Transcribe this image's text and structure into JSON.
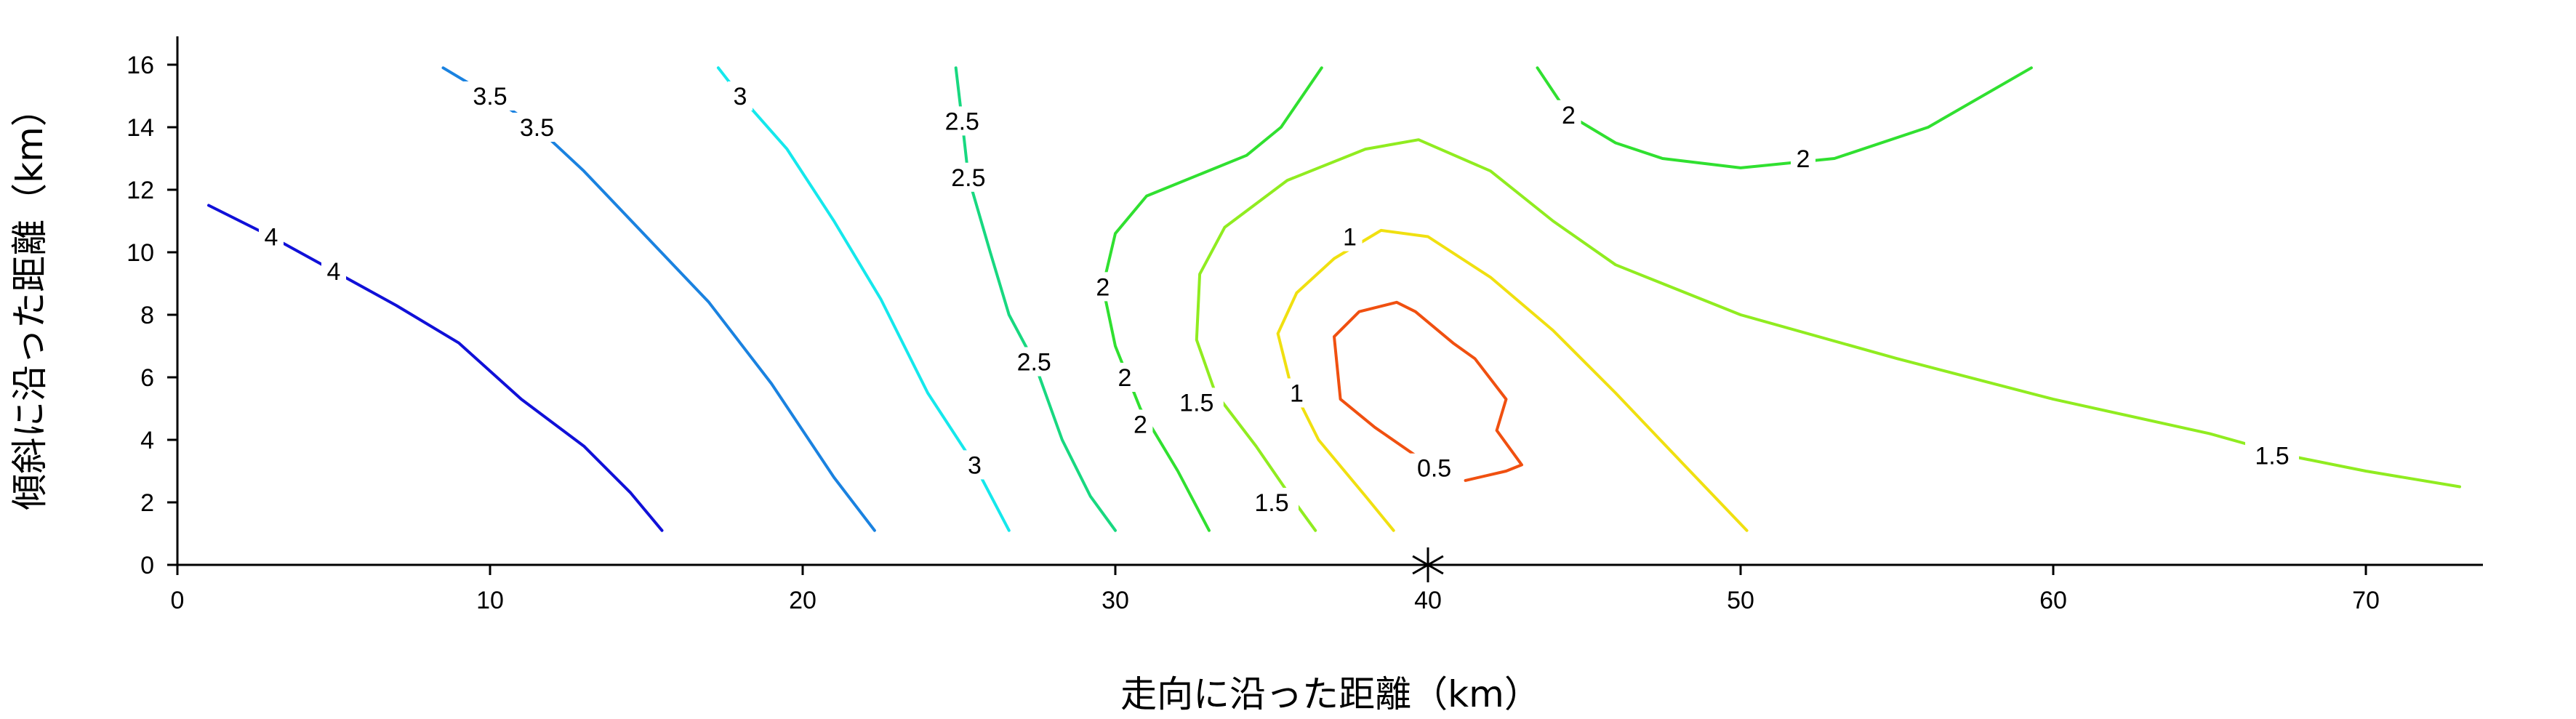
{
  "chart_data": {
    "type": "contour",
    "xlabel": "走向に沿った距離（km）",
    "ylabel": "傾斜に沿った距離（km）",
    "xlim": [
      0,
      74
    ],
    "ylim": [
      0,
      17
    ],
    "x_ticks": [
      0,
      10,
      20,
      30,
      40,
      50,
      60,
      70
    ],
    "y_ticks": [
      0,
      2,
      4,
      6,
      8,
      10,
      12,
      14,
      16
    ],
    "grid": false,
    "marker": {
      "symbol": "asterisk",
      "x": 40,
      "y": 0
    },
    "contours": [
      {
        "level": "4",
        "color": "#1010d8",
        "points": [
          [
            1,
            11.5
          ],
          [
            3,
            10.5
          ],
          [
            5,
            9.4
          ],
          [
            7,
            8.3
          ],
          [
            9,
            7.1
          ],
          [
            11,
            5.3
          ],
          [
            13,
            3.8
          ],
          [
            14.5,
            2.3
          ],
          [
            15.5,
            1.1
          ]
        ],
        "labels": [
          [
            3,
            10.5
          ],
          [
            5,
            9.4
          ]
        ]
      },
      {
        "level": "3.5",
        "color": "#1a82e0",
        "points": [
          [
            8.5,
            15.9
          ],
          [
            10,
            15.0
          ],
          [
            11.5,
            14.0
          ],
          [
            13,
            12.6
          ],
          [
            15,
            10.5
          ],
          [
            17,
            8.4
          ],
          [
            19,
            5.8
          ],
          [
            21,
            2.8
          ],
          [
            22.3,
            1.1
          ]
        ],
        "labels": [
          [
            10,
            15.0
          ],
          [
            11.5,
            14.0
          ]
        ]
      },
      {
        "level": "3",
        "color": "#15e8ec",
        "points": [
          [
            17.3,
            15.9
          ],
          [
            18,
            15.0
          ],
          [
            19.5,
            13.3
          ],
          [
            21,
            11.0
          ],
          [
            22.5,
            8.5
          ],
          [
            24,
            5.5
          ],
          [
            25.5,
            3.2
          ],
          [
            26.6,
            1.1
          ]
        ],
        "labels": [
          [
            18,
            15.0
          ],
          [
            25.5,
            3.2
          ]
        ]
      },
      {
        "level": "2.5",
        "color": "#18d880",
        "points": [
          [
            24.9,
            15.9
          ],
          [
            25.1,
            14.2
          ],
          [
            25.3,
            12.4
          ],
          [
            26,
            10.0
          ],
          [
            26.6,
            8.0
          ],
          [
            27.4,
            6.5
          ],
          [
            28.3,
            4.0
          ],
          [
            29.2,
            2.2
          ],
          [
            30,
            1.1
          ]
        ],
        "labels": [
          [
            25.1,
            14.2
          ],
          [
            25.3,
            12.4
          ],
          [
            27.4,
            6.5
          ]
        ]
      },
      {
        "level": "2",
        "color": "#30e030",
        "points": [
          [
            36.6,
            15.9
          ],
          [
            35.3,
            14.0
          ],
          [
            34.2,
            13.1
          ],
          [
            31,
            11.8
          ],
          [
            30,
            10.6
          ],
          [
            29.6,
            8.9
          ],
          [
            30,
            7.0
          ],
          [
            30.8,
            5.0
          ],
          [
            32,
            3.0
          ],
          [
            33,
            1.1
          ]
        ],
        "labels": [
          [
            29.6,
            8.9
          ],
          [
            30.3,
            6.0
          ],
          [
            30.8,
            4.5
          ]
        ]
      },
      {
        "level": "2",
        "color": "#30e030",
        "points": [
          [
            43.5,
            15.9
          ],
          [
            44.5,
            14.4
          ],
          [
            46,
            13.5
          ],
          [
            47.5,
            13.0
          ],
          [
            50,
            12.7
          ],
          [
            53,
            13.0
          ],
          [
            56,
            14.0
          ],
          [
            59.3,
            15.9
          ]
        ],
        "labels": [
          [
            44.5,
            14.4
          ],
          [
            52,
            13.0
          ]
        ]
      },
      {
        "level": "1.5",
        "color": "#90ec20",
        "points": [
          [
            36.4,
            1.1
          ],
          [
            35.6,
            2.2
          ],
          [
            34.5,
            3.8
          ],
          [
            33.2,
            5.5
          ],
          [
            32.6,
            7.2
          ],
          [
            32.7,
            9.3
          ],
          [
            33.5,
            10.8
          ],
          [
            35.5,
            12.3
          ],
          [
            38,
            13.3
          ],
          [
            39.7,
            13.6
          ],
          [
            42,
            12.6
          ],
          [
            44,
            11.0
          ],
          [
            46,
            9.6
          ],
          [
            50,
            8.0
          ],
          [
            55,
            6.6
          ],
          [
            60,
            5.3
          ],
          [
            65,
            4.2
          ],
          [
            67.5,
            3.5
          ],
          [
            70,
            3.0
          ],
          [
            73,
            2.5
          ]
        ],
        "labels": [
          [
            32.6,
            5.2
          ],
          [
            35,
            2.0
          ],
          [
            67,
            3.5
          ]
        ]
      },
      {
        "level": "1",
        "color": "#f0e010",
        "points": [
          [
            38.9,
            1.1
          ],
          [
            38,
            2.2
          ],
          [
            36.5,
            4.0
          ],
          [
            35.6,
            5.8
          ],
          [
            35.2,
            7.4
          ],
          [
            35.8,
            8.7
          ],
          [
            37,
            9.8
          ],
          [
            38.5,
            10.7
          ],
          [
            40,
            10.5
          ],
          [
            42,
            9.2
          ],
          [
            44,
            7.5
          ],
          [
            46,
            5.5
          ],
          [
            48,
            3.4
          ],
          [
            50.2,
            1.1
          ]
        ],
        "labels": [
          [
            37.5,
            10.5
          ],
          [
            35.8,
            5.5
          ]
        ]
      },
      {
        "level": "0.5",
        "color": "#f05010",
        "points": [
          [
            41.2,
            2.7
          ],
          [
            42.5,
            3.0
          ],
          [
            43,
            3.2
          ],
          [
            42.2,
            4.3
          ],
          [
            42.5,
            5.3
          ],
          [
            41.5,
            6.6
          ],
          [
            40.8,
            7.1
          ],
          [
            39.6,
            8.1
          ],
          [
            39,
            8.4
          ],
          [
            37.8,
            8.1
          ],
          [
            37,
            7.3
          ],
          [
            37.2,
            5.3
          ],
          [
            38.3,
            4.4
          ],
          [
            39.6,
            3.5
          ]
        ],
        "labels": [
          [
            40.2,
            3.1
          ]
        ]
      }
    ]
  }
}
